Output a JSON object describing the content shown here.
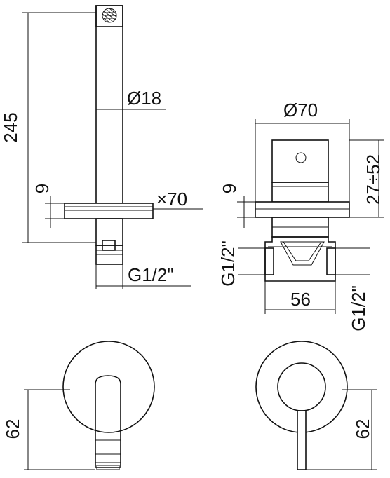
{
  "dimensions": {
    "spout_height": "245",
    "spout_diameter": "Ø18",
    "plate_diameter_left": "×70",
    "plate_thickness_left": "9",
    "thread_left": "G1/2\"",
    "plate_diameter_right": "Ø70",
    "plate_thickness_right": "9",
    "adjust_range": "27÷52",
    "thread_right_a": "G1/2\"",
    "body_width": "56",
    "thread_right_b": "G1/2\"",
    "front_left_height": "62",
    "front_right_height": "62"
  },
  "colors": {
    "line": "#111111",
    "background": "#ffffff"
  }
}
